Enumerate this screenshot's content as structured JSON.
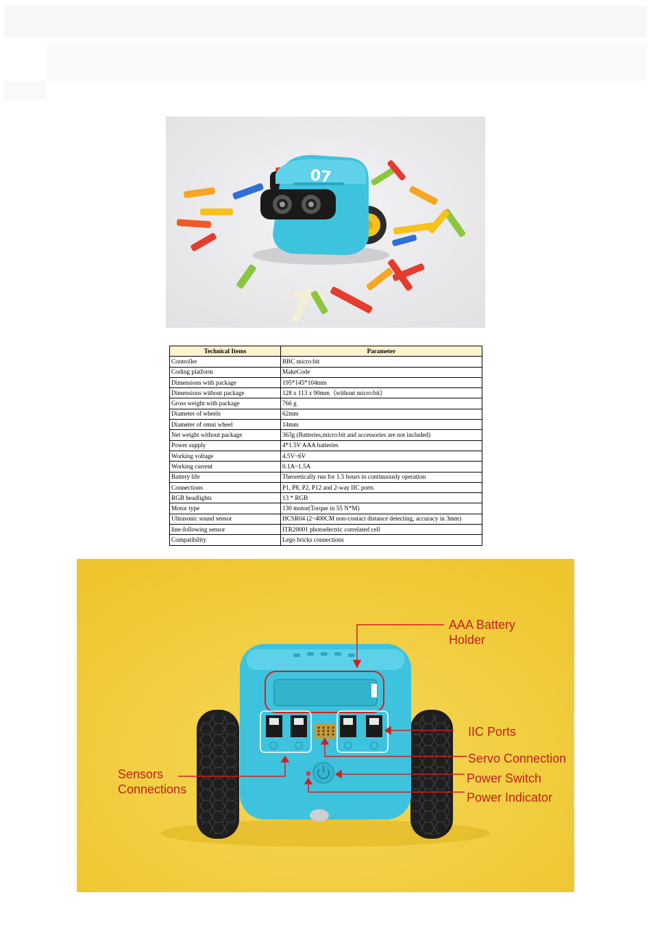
{
  "spec_table": {
    "header": [
      "Technical  Items",
      "Parameter"
    ],
    "rows": [
      [
        "Controller",
        "BBC micro:bit"
      ],
      [
        "Coding platform",
        "MakeCode"
      ],
      [
        "Dimensions with package",
        "195*145*104mm"
      ],
      [
        "Dimensions without package",
        "128 x 113 x 90mm（without micro:bit）"
      ],
      [
        "Gross weight with package",
        "766 g"
      ],
      [
        "Diameter of wheels",
        "62mm"
      ],
      [
        "Diameter of omni wheel",
        "14mm"
      ],
      [
        "Net weight  without package",
        "363g (Batteries,micro:bit and accessories are not included)"
      ],
      [
        "Power supply",
        "4*1.5V AAA batteries"
      ],
      [
        "Working voltage",
        "4.5V~6V"
      ],
      [
        "Working current",
        "0.1A~1.5A"
      ],
      [
        "Battery life",
        "Theoretically run for 1.5 hours in continuously operation"
      ],
      [
        "Connections",
        "P1, P8, P2, P12 and 2-way IIC ports"
      ],
      [
        "RGB headlights",
        "13 * RGB"
      ],
      [
        "Motor type",
        "130 motor(Torque in 55 N*M)"
      ],
      [
        "Ultrasonic sound sensor",
        " HCSR04 (2~400CM non-contact distance detecting, accuracy in 3mm)"
      ],
      [
        "line-following sensor",
        "ITR20001 photoelectric correlated cell"
      ],
      [
        "Compatibility",
        " Lego bricks connections"
      ]
    ]
  },
  "robot_display": "07",
  "callouts": {
    "battery_line1": "AAA Battery",
    "battery_line2": "Holder",
    "iic": "IIC Ports",
    "servo": "Servo Connection",
    "power_switch": "Power Switch",
    "power_indicator": "Power Indicator",
    "sensors_line1": "Sensors",
    "sensors_line2": "Connections"
  },
  "colors": {
    "robot_body": "#3ec3de",
    "background_yellow": "#f2cd3c",
    "callout_red": "#c21f1f",
    "table_header": "#fdf3cf"
  }
}
